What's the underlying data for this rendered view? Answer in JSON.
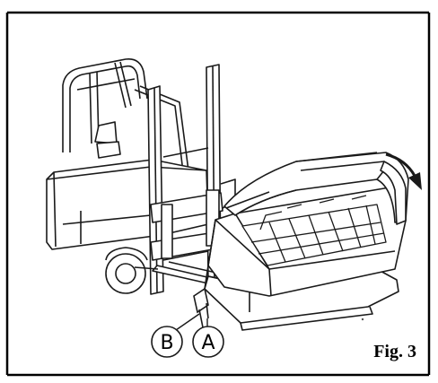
{
  "figure": {
    "caption": "Fig. 3",
    "callouts": [
      {
        "id": "B",
        "label": "B"
      },
      {
        "id": "A",
        "label": "A"
      }
    ],
    "line_color": "#1a1a1a",
    "frame_color": "#000000",
    "background": "#ffffff"
  }
}
